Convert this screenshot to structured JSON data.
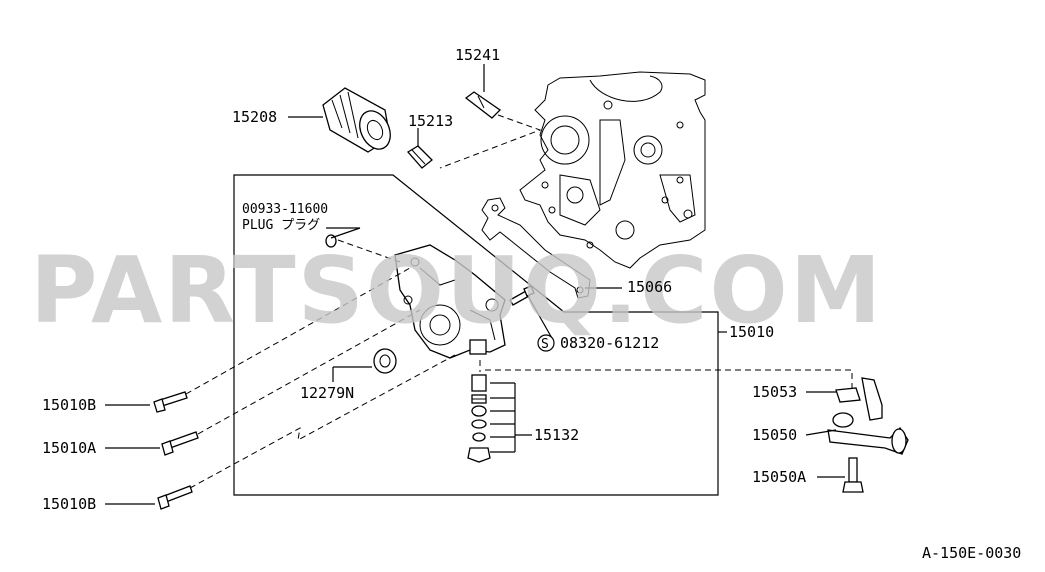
{
  "watermark": "PARTSOUQ.COM",
  "diagram_code": "A-150E-0030",
  "plug": {
    "part_no": "00933-11600",
    "name": "PLUG プラグ"
  },
  "labels": {
    "p15241": "15241",
    "p15208": "15208",
    "p15213": "15213",
    "p15066": "15066",
    "p15010": "15010",
    "p08320_code": "08320-61212",
    "p08320_mark": "S",
    "p12279N": "12279N",
    "p15010B_top": "15010B",
    "p15010A": "15010A",
    "p15010B_bottom": "15010B",
    "p15132": "15132",
    "p15053": "15053",
    "p15050": "15050",
    "p15050A": "15050A"
  }
}
